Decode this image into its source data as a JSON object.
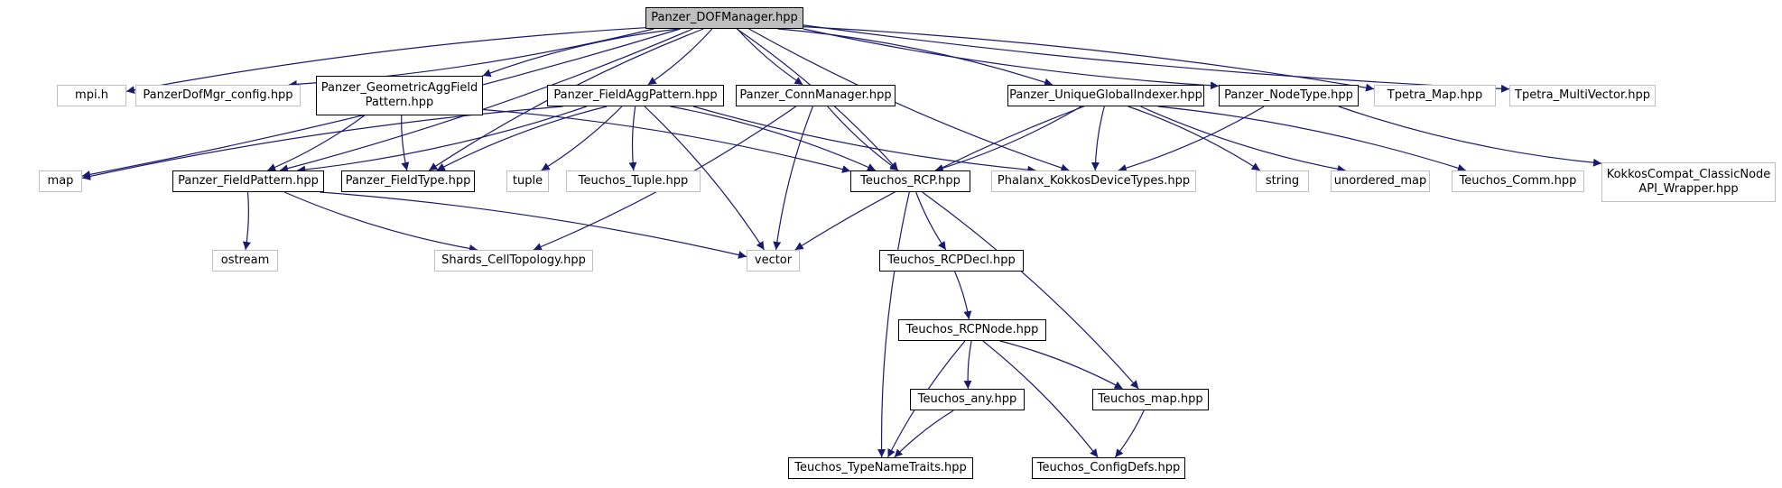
{
  "colors": {
    "edge": "#191970",
    "node_border": "#000000",
    "ext_border": "#bfbfbf",
    "root_fill": "#bfbfbf"
  },
  "nodes": {
    "dofmanager": "Panzer_DOFManager.hpp",
    "map": "map",
    "mpih": "mpi.h",
    "dofmgrconfig": "PanzerDofMgr_config.hpp",
    "geometric": "Panzer_GeometricAggField\nPattern.hpp",
    "fieldagg": "Panzer_FieldAggPattern.hpp",
    "connmanager": "Panzer_ConnManager.hpp",
    "uniqueglobal": "Panzer_UniqueGlobalIndexer.hpp",
    "nodetype": "Panzer_NodeType.hpp",
    "tpetramap": "Tpetra_Map.hpp",
    "tpetramv": "Tpetra_MultiVector.hpp",
    "fieldpattern": "Panzer_FieldPattern.hpp",
    "fieldtype": "Panzer_FieldType.hpp",
    "tuple": "tuple",
    "teuchostuple": "Teuchos_Tuple.hpp",
    "rcp": "Teuchos_RCP.hpp",
    "phalanx": "Phalanx_KokkosDeviceTypes.hpp",
    "string": "string",
    "unorderedmap": "unordered_map",
    "comm": "Teuchos_Comm.hpp",
    "kokkoscompat": "KokkosCompat_ClassicNode\nAPI_Wrapper.hpp",
    "ostream": "ostream",
    "shards": "Shards_CellTopology.hpp",
    "vector": "vector",
    "rcpdecl": "Teuchos_RCPDecl.hpp",
    "rcpnode": "Teuchos_RCPNode.hpp",
    "any": "Teuchos_any.hpp",
    "tmap": "Teuchos_map.hpp",
    "typenametraits": "Teuchos_TypeNameTraits.hpp",
    "configdefs": "Teuchos_ConfigDefs.hpp"
  },
  "edges": [
    [
      "dofmanager",
      "map"
    ],
    [
      "dofmanager",
      "mpih"
    ],
    [
      "dofmanager",
      "dofmgrconfig"
    ],
    [
      "dofmanager",
      "geometric"
    ],
    [
      "dofmanager",
      "fieldagg"
    ],
    [
      "dofmanager",
      "connmanager"
    ],
    [
      "dofmanager",
      "uniqueglobal"
    ],
    [
      "dofmanager",
      "nodetype"
    ],
    [
      "dofmanager",
      "tpetramap"
    ],
    [
      "dofmanager",
      "tpetramv"
    ],
    [
      "dofmanager",
      "fieldpattern"
    ],
    [
      "dofmanager",
      "fieldtype"
    ],
    [
      "dofmanager",
      "rcp"
    ],
    [
      "dofmanager",
      "phalanx"
    ],
    [
      "geometric",
      "fieldpattern"
    ],
    [
      "geometric",
      "fieldtype"
    ],
    [
      "geometric",
      "rcp"
    ],
    [
      "fieldagg",
      "map"
    ],
    [
      "fieldagg",
      "fieldpattern"
    ],
    [
      "fieldagg",
      "fieldtype"
    ],
    [
      "fieldagg",
      "tuple"
    ],
    [
      "fieldagg",
      "teuchostuple"
    ],
    [
      "fieldagg",
      "rcp"
    ],
    [
      "fieldagg",
      "phalanx"
    ],
    [
      "fieldagg",
      "vector"
    ],
    [
      "connmanager",
      "rcp"
    ],
    [
      "connmanager",
      "shards"
    ],
    [
      "connmanager",
      "vector"
    ],
    [
      "uniqueglobal",
      "rcp"
    ],
    [
      "uniqueglobal",
      "phalanx"
    ],
    [
      "uniqueglobal",
      "string"
    ],
    [
      "uniqueglobal",
      "unorderedmap"
    ],
    [
      "uniqueglobal",
      "comm"
    ],
    [
      "uniqueglobal",
      "vector"
    ],
    [
      "nodetype",
      "phalanx"
    ],
    [
      "nodetype",
      "kokkoscompat"
    ],
    [
      "fieldpattern",
      "ostream"
    ],
    [
      "fieldpattern",
      "shards"
    ],
    [
      "fieldpattern",
      "vector"
    ],
    [
      "rcp",
      "rcpdecl"
    ],
    [
      "rcp",
      "tmap"
    ],
    [
      "rcp",
      "typenametraits"
    ],
    [
      "rcpdecl",
      "rcpnode"
    ],
    [
      "rcpnode",
      "any"
    ],
    [
      "rcpnode",
      "tmap"
    ],
    [
      "rcpnode",
      "typenametraits"
    ],
    [
      "rcpnode",
      "configdefs"
    ],
    [
      "any",
      "typenametraits"
    ],
    [
      "tmap",
      "configdefs"
    ]
  ]
}
